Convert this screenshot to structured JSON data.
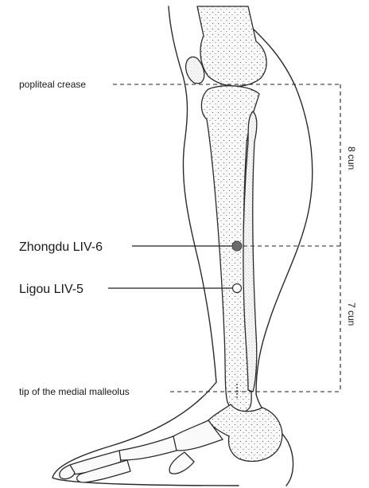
{
  "labels": {
    "popliteal_crease": "popliteal crease",
    "zhongdu": "Zhongdu LIV-6",
    "ligou": "Ligou LIV-5",
    "malleolus": "tip of the medial malleolus",
    "upper_measure": "8 cun",
    "lower_measure": "7 cun"
  },
  "points": {
    "zhongdu": {
      "name": "Zhongdu LIV-6",
      "marker": "filled",
      "color": "#6b6b6b"
    },
    "ligou": {
      "name": "Ligou LIV-5",
      "marker": "hollow",
      "color": "#ffffff"
    }
  }
}
